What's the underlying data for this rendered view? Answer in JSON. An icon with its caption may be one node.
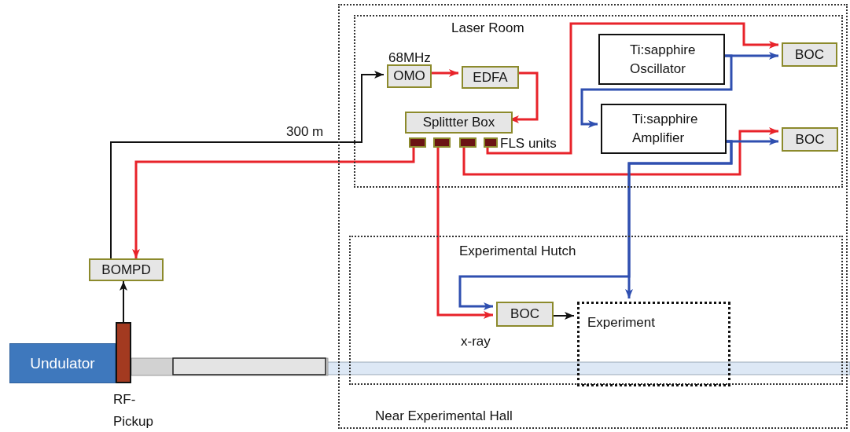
{
  "diagram": {
    "nodes": [
      {
        "text": [
          "Near Experimental Hall"
        ]
      },
      {
        "text": [
          "Laser Room"
        ],
        "in": 0
      },
      {
        "text": [
          "OMO"
        ],
        "in": 1,
        "beside": [
          "68MHz"
        ]
      },
      {
        "text": [
          "EDFA"
        ],
        "in": 1
      },
      {
        "text": [
          "Splittter Box"
        ],
        "in": 1
      },
      {
        "text": [],
        "shape": "box",
        "in": 1
      },
      {
        "text": [],
        "shape": "box",
        "in": 1
      },
      {
        "text": [],
        "shape": "box",
        "in": 1
      },
      {
        "text": [],
        "shape": "box",
        "in": 1
      },
      {
        "text": [
          "Ti:sapphire Oscillator"
        ],
        "in": 1
      },
      {
        "text": [
          "BOC"
        ],
        "in": 1
      },
      {
        "text": [
          "Ti:sapphire Amplifier"
        ],
        "in": 1
      },
      {
        "text": [
          "BOC"
        ],
        "in": 1
      },
      {
        "text": [
          "Experimental Hutch"
        ],
        "in": 0
      },
      {
        "text": [
          "BOC"
        ],
        "in": 13
      },
      {
        "text": [
          "Experiment"
        ],
        "in": 13
      },
      {
        "text": [
          "BOMPD"
        ]
      },
      {
        "text": [
          "Undulator"
        ]
      },
      {
        "text": [],
        "shape": "bar",
        "beside": [
          "RF- Pickup"
        ]
      }
    ],
    "edges": [
      {
        "from": 16,
        "to": 2,
        "arrow": "to",
        "label": "300 m",
        "color": "#111111"
      },
      {
        "from": 2,
        "to": 3,
        "arrow": "to"
      },
      {
        "from": 3,
        "to": 4,
        "arrow": "to"
      },
      {
        "from": 5,
        "to": 16,
        "arrow": "to"
      },
      {
        "from": 6,
        "to": 14,
        "arrow": "to"
      },
      {
        "from": 7,
        "to": 12,
        "arrow": "to"
      },
      {
        "from": 8,
        "to": 10,
        "arrow": "to"
      },
      {
        "from": 9,
        "to": 10,
        "arrow": "to",
        "color": "#2f4fb0"
      },
      {
        "from": 9,
        "to": 11,
        "arrow": "to",
        "color": "#2f4fb0"
      },
      {
        "from": 11,
        "to": 12,
        "arrow": "to",
        "color": "#2f4fb0"
      },
      {
        "from": 11,
        "to": 15,
        "arrow": "to",
        "color": "#2f4fb0"
      },
      {
        "from": 11,
        "to": 14,
        "arrow": "to",
        "color": "#2f4fb0"
      },
      {
        "from": 14,
        "to": 15,
        "arrow": "to",
        "color": "#111111"
      },
      {
        "from": 18,
        "to": 16,
        "arrow": "to",
        "color": "#111111"
      }
    ],
    "labels": [
      "FLS units",
      "x-ray"
    ]
  }
}
